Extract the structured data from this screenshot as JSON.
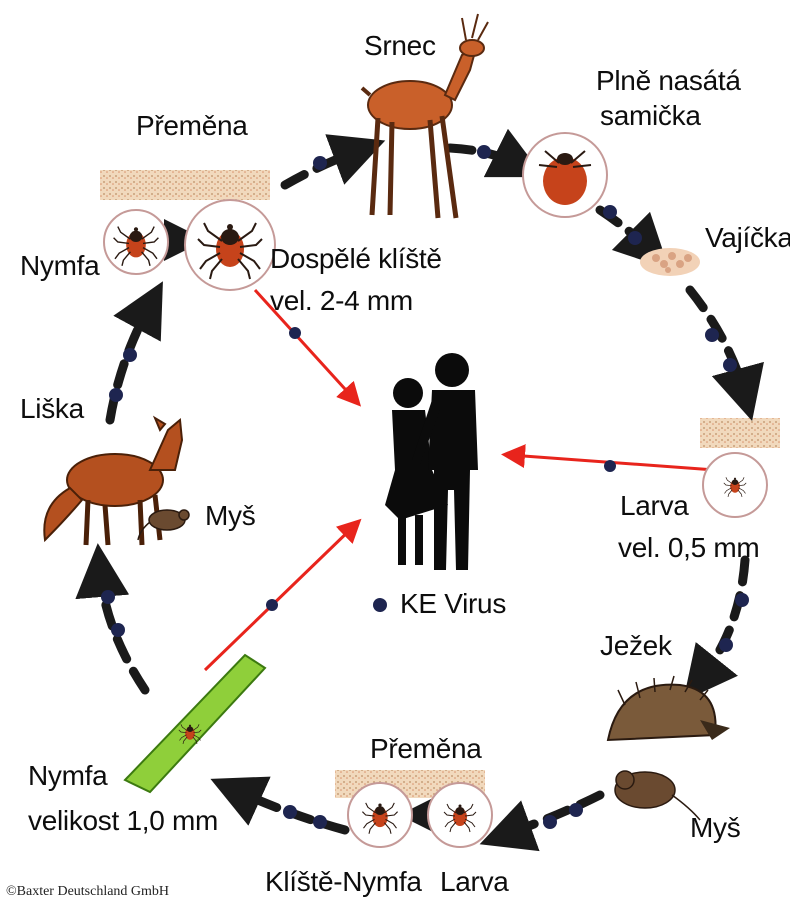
{
  "labels": {
    "smec": "Srnec",
    "full_female_1": "Plně nasátá",
    "full_female_2": "samička",
    "eggs": "Vajíčka",
    "metamorphosis_top": "Přeměna",
    "nymph_top": "Nymfa",
    "adult_tick_1": "Dospělé klíště",
    "adult_tick_2": "vel. 2-4 mm",
    "fox": "Liška",
    "mouse_left": "Myš",
    "larva_right_1": "Larva",
    "larva_right_2": "vel. 0,5 mm",
    "virus": "KE Virus",
    "hedgehog": "Ježek",
    "mouse_right": "Myš",
    "metamorphosis_bottom": "Přeměna",
    "tick_nymph": "Klíště-Nymfa",
    "larva_bottom": "Larva",
    "nymph_bottom_1": "Nymfa",
    "nymph_bottom_2": "velikost 1,0 mm",
    "copyright": "©Baxter Deutschland GmbH"
  },
  "colors": {
    "cycle_arrow": "#1a1a1a",
    "cycle_dot": "#1e2550",
    "infection_arrow": "#e8241c",
    "tick_body": "#c6431b",
    "tick_shield": "#2a1a12",
    "grass": "#8fcf3a",
    "fox": "#b4501f",
    "deer": "#c9602a",
    "soil": "#e9c9a6"
  },
  "icons": [
    "deer-icon",
    "engorged-tick-icon",
    "eggs-icon",
    "tick-icon",
    "fox-icon",
    "mouse-icon",
    "people-icon",
    "hedgehog-icon",
    "grass-blade-icon"
  ]
}
